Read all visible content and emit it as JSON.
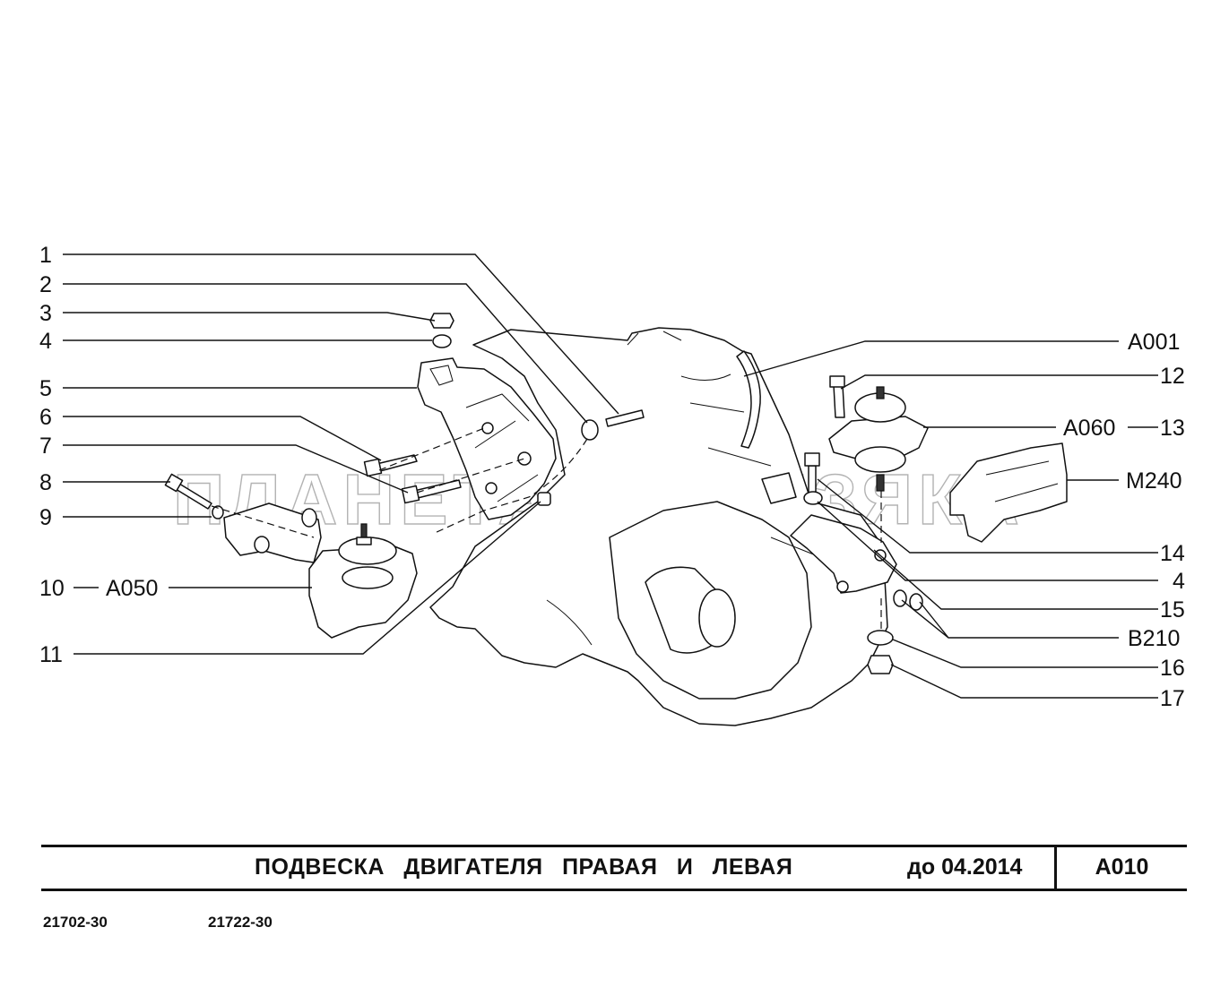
{
  "callouts_left": [
    "1",
    "2",
    "3",
    "4",
    "5",
    "6",
    "7",
    "8",
    "9",
    "10",
    "11"
  ],
  "ref_left": "A050",
  "callouts_right": [
    "A001",
    "12",
    "13",
    "M240",
    "14",
    "4",
    "15",
    "B210",
    "16",
    "17"
  ],
  "ref_right": "A060",
  "watermark": "ПЛАНЕТА ЖЕЛЕЗЯКА",
  "title": {
    "text": "ПОДВЕСКА ДВИГАТЕЛЯ ПРАВАЯ И ЛЕВАЯ",
    "date": "до 04.2014",
    "code": "A010"
  },
  "models": [
    "21702-30",
    "21722-30"
  ]
}
